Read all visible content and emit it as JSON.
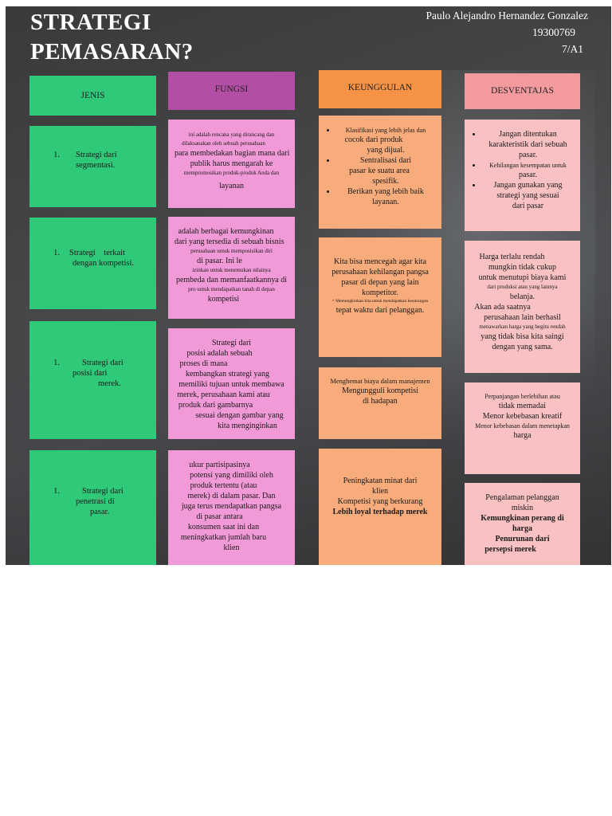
{
  "title": {
    "line1": "STRATEGI",
    "line2": "PEMASARAN?"
  },
  "author": {
    "name": "Paulo Alejandro Hernandez Gonzalez",
    "id": "19300769",
    "class": "7/A1"
  },
  "headers": {
    "jenis": "JENIS",
    "fungsi": "FUNGSI",
    "keunggulan": "KEUNGGULAN",
    "desventajas": "DESVENTAJAS"
  },
  "jenis": [
    {
      "num": "1.",
      "lines": [
        "Strategi dari",
        "segmentasi."
      ]
    },
    {
      "num": "1.",
      "lines": [
        "Strategi    terkait",
        "dengan kompetisi."
      ]
    },
    {
      "num": "1.",
      "lines": [
        "Strategi dari",
        "posisi dari",
        "merek."
      ]
    },
    {
      "num": "1.",
      "lines": [
        "Strategi dari",
        "penetrasi di",
        "pasar."
      ]
    }
  ],
  "fungsi": [
    {
      "lines": [
        "ini adalah rencana yang dirancang dan",
        "dilaksanakan oleh sebuah perusahaan",
        "para membedakan bagian mana dari",
        "publik harus mengarah ke",
        "mempromosikan produk-produk Anda dan",
        "layanan"
      ]
    },
    {
      "lines": [
        "adalah berbagai kemungkinan",
        "dari yang tersedia di sebuah bisnis",
        "perusahaan untuk memposisikan diri",
        "di pasar. Ini le",
        "izinkan untuk menemukan nilainya",
        "pembeda dan memanfaatkannya di",
        "pro untuk mendapatkan tanah di depan",
        "kompetisi"
      ]
    },
    {
      "lines": [
        "Strategi dari",
        "posisi adalah sebuah",
        "proses di mana",
        "kembangkan strategi yang",
        "memiliki tujuan untuk membawa",
        "merek, perusahaan kami atau",
        "produk dari gambarnya",
        "sesuai dengan gambar yang",
        "kita menginginkan"
      ]
    },
    {
      "lines": [
        "ukur partisipasinya",
        "potensi yang dimiliki oleh",
        "produk tertentu (atau",
        "merek) di dalam pasar. Dan",
        "juga terus mendapatkan pangsa",
        "di pasar antara",
        "konsumen saat ini dan",
        "meningkatkan jumlah baru",
        "klien"
      ]
    }
  ],
  "keunggulan": [
    {
      "bullets": [
        [
          "Klasifikasi yang lebih jelas dan",
          "cocok dari produk",
          "yang dijual."
        ],
        [
          "Sentralisasi dari",
          "pasar ke suatu area",
          "spesifik."
        ],
        [
          "Berikan yang lebih baik",
          "layanan."
        ]
      ]
    },
    {
      "lines": [
        "Kita bisa mencegah agar kita",
        "perusahaan kehilangan pangsa",
        "pasar di depan yang lain",
        "kompetitor.",
        "= Memungkinkan kita untuk mendapatkan keuntungan",
        "tepat waktu dari pelanggan."
      ]
    },
    {
      "lines": [
        "Menghemat biaya dalam manajemen",
        "Mengungguli kompetisi",
        "di hadapan"
      ]
    },
    {
      "lines": [
        "Peningkatan minat dari",
        "klien",
        "Kompetisi yang berkurang",
        "Lebih loyal terhadap merek"
      ]
    }
  ],
  "desventajas": [
    {
      "bullets": [
        [
          "Jangan ditentukan",
          "karakteristik dari sebuah",
          "pasar."
        ],
        [
          "Kehilangan kesempatan untuk",
          "pasar."
        ],
        [
          "Jangan gunakan yang",
          "strategi yang sesuai",
          "dari pasar"
        ]
      ]
    },
    {
      "lines": [
        "Harga terlalu rendah",
        "mungkin tidak cukup",
        "untuk menutupi biaya kami",
        "dari produksi atau yang lainnya",
        "belanja.",
        "Akan ada saatnya",
        "perusahaan lain berhasil",
        "menawarkan harga yang begitu rendah",
        "yang tidak bisa kita saingi",
        "dengan yang sama."
      ]
    },
    {
      "lines": [
        "Perpanjangan berlebihan atau",
        "tidak memadai",
        "Menor kebebasan kreatif",
        "Menor kebebasan dalam menetapkan",
        "harga"
      ]
    },
    {
      "lines": [
        "Pengalaman pelanggan",
        "miskin",
        "Kemungkinan perang di",
        "harga",
        "Penurunan dari",
        "persepsi merek"
      ]
    }
  ]
}
